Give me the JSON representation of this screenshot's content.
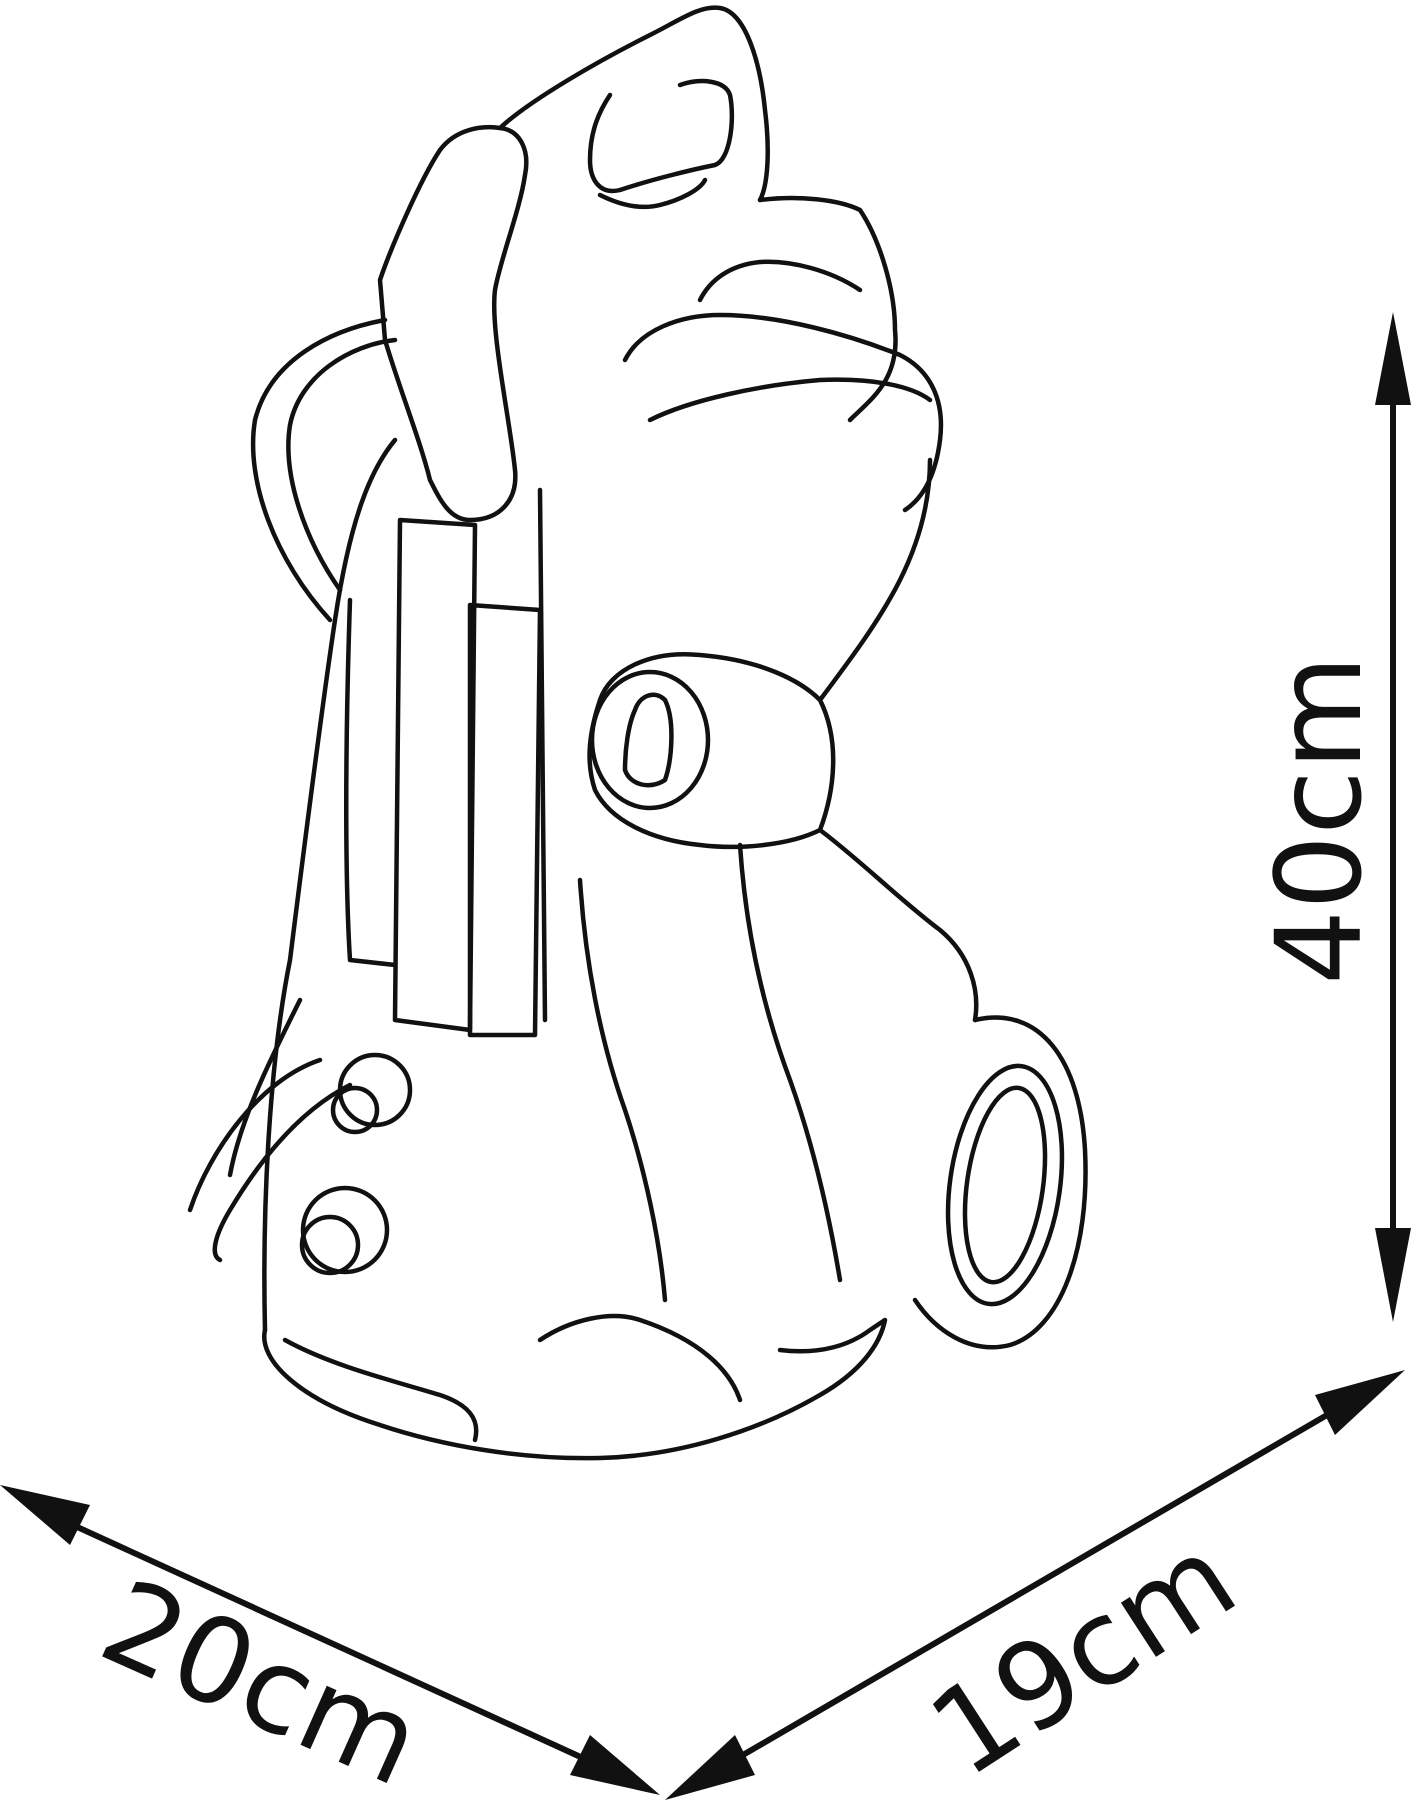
{
  "diagram": {
    "dimensions": {
      "height": "40cm",
      "width": "20cm",
      "depth": "19cm"
    },
    "colors": {
      "line": "#111111",
      "background": "#ffffff"
    }
  }
}
